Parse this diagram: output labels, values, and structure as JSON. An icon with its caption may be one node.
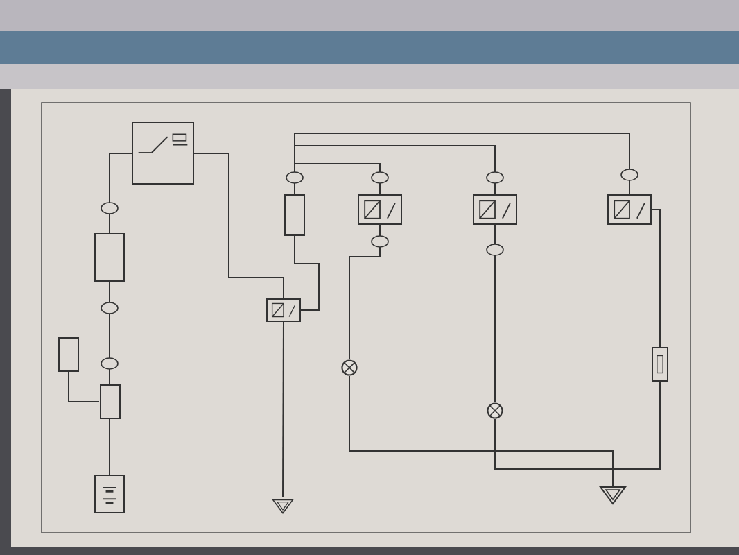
{
  "diagram": {
    "nodes": [
      {
        "text": [],
        "shape": "switch"
      },
      {
        "text": [],
        "shape": "fuse"
      },
      {
        "text": [],
        "shape": "fuse"
      },
      {
        "text": [],
        "shape": "fuse"
      },
      {
        "text": [],
        "shape": "battery"
      },
      {
        "text": [],
        "shape": "relay"
      },
      {
        "text": [],
        "shape": "fuse"
      },
      {
        "text": [],
        "shape": "relay"
      },
      {
        "text": [],
        "shape": "relay"
      },
      {
        "text": [],
        "shape": "relay"
      },
      {
        "text": [],
        "shape": "lamp"
      },
      {
        "text": [],
        "shape": "lamp"
      },
      {
        "text": [],
        "shape": "resistor"
      },
      {
        "text": [],
        "shape": "ground"
      },
      {
        "text": [],
        "shape": "ground"
      }
    ],
    "edges": [
      {
        "from": 0,
        "to": 1,
        "arrow": "none"
      },
      {
        "from": 0,
        "to": 5,
        "arrow": "none"
      },
      {
        "from": 1,
        "to": 3,
        "arrow": "none"
      },
      {
        "from": 2,
        "to": 3,
        "arrow": "none"
      },
      {
        "from": 3,
        "to": 4,
        "arrow": "none"
      },
      {
        "from": 5,
        "to": 13,
        "arrow": "none"
      },
      {
        "from": 6,
        "to": 5,
        "arrow": "none"
      },
      {
        "from": 6,
        "to": 7,
        "arrow": "none"
      },
      {
        "from": 6,
        "to": 8,
        "arrow": "none"
      },
      {
        "from": 6,
        "to": 9,
        "arrow": "none"
      },
      {
        "from": 7,
        "to": 10,
        "arrow": "none"
      },
      {
        "from": 8,
        "to": 11,
        "arrow": "none"
      },
      {
        "from": 9,
        "to": 12,
        "arrow": "none"
      },
      {
        "from": 10,
        "to": 14,
        "arrow": "none"
      },
      {
        "from": 11,
        "to": 14,
        "arrow": "none"
      },
      {
        "from": 12,
        "to": 14,
        "arrow": "none"
      }
    ]
  }
}
